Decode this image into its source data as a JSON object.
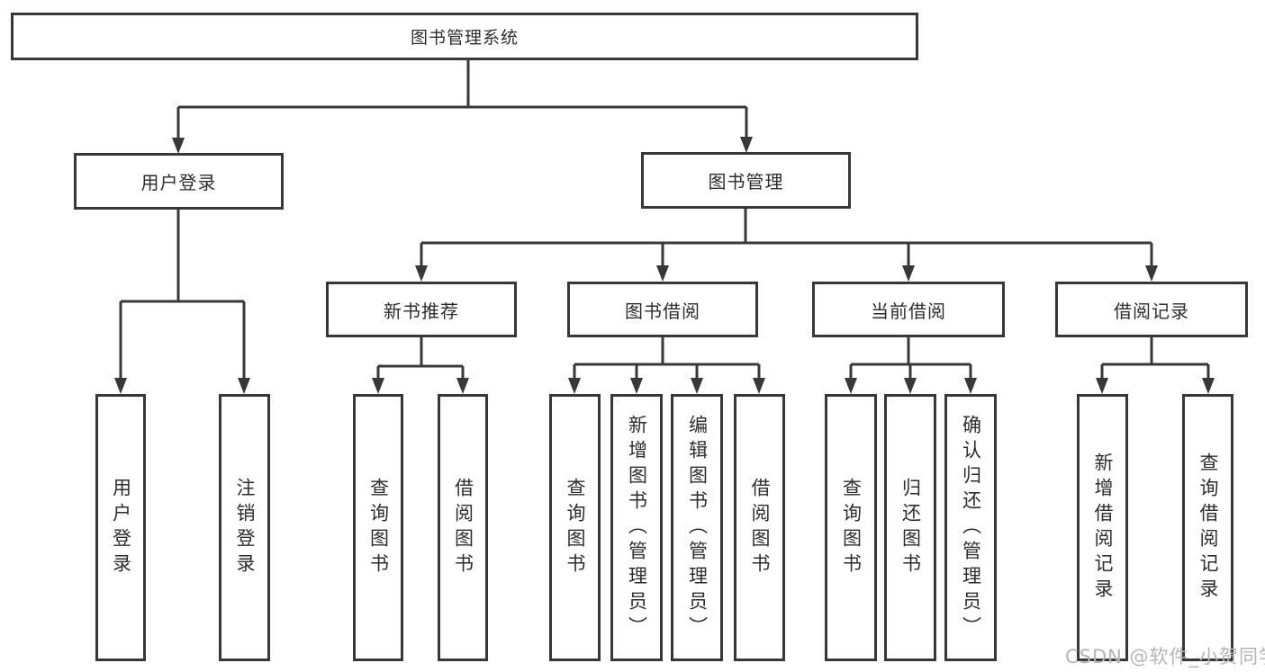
{
  "tree": {
    "root": {
      "label": "图书管理系统"
    },
    "branches": [
      {
        "label": "用户登录",
        "children": [
          {
            "label": "用户登录"
          },
          {
            "label": "注销登录"
          }
        ]
      },
      {
        "label": "图书管理",
        "children": [
          {
            "label": "新书推荐",
            "children": [
              {
                "label": "查询图书"
              },
              {
                "label": "借阅图书"
              }
            ]
          },
          {
            "label": "图书借阅",
            "children": [
              {
                "label": "查询图书"
              },
              {
                "label": "新增图书（管理员）"
              },
              {
                "label": "编辑图书（管理员）"
              },
              {
                "label": "借阅图书"
              }
            ]
          },
          {
            "label": "当前借阅",
            "children": [
              {
                "label": "查询图书"
              },
              {
                "label": "归还图书"
              },
              {
                "label": "确认归还（管理员）"
              }
            ]
          },
          {
            "label": "借阅记录",
            "children": [
              {
                "label": "新增借阅记录"
              },
              {
                "label": "查询借阅记录"
              }
            ]
          }
        ]
      }
    ]
  },
  "watermark": "CSDN @软件_小贺同学",
  "colors": {
    "line": "#383838",
    "box_border": "#383838",
    "text": "#2d2d2d",
    "watermark": "#b5b5b5",
    "background": "#ffffff"
  }
}
